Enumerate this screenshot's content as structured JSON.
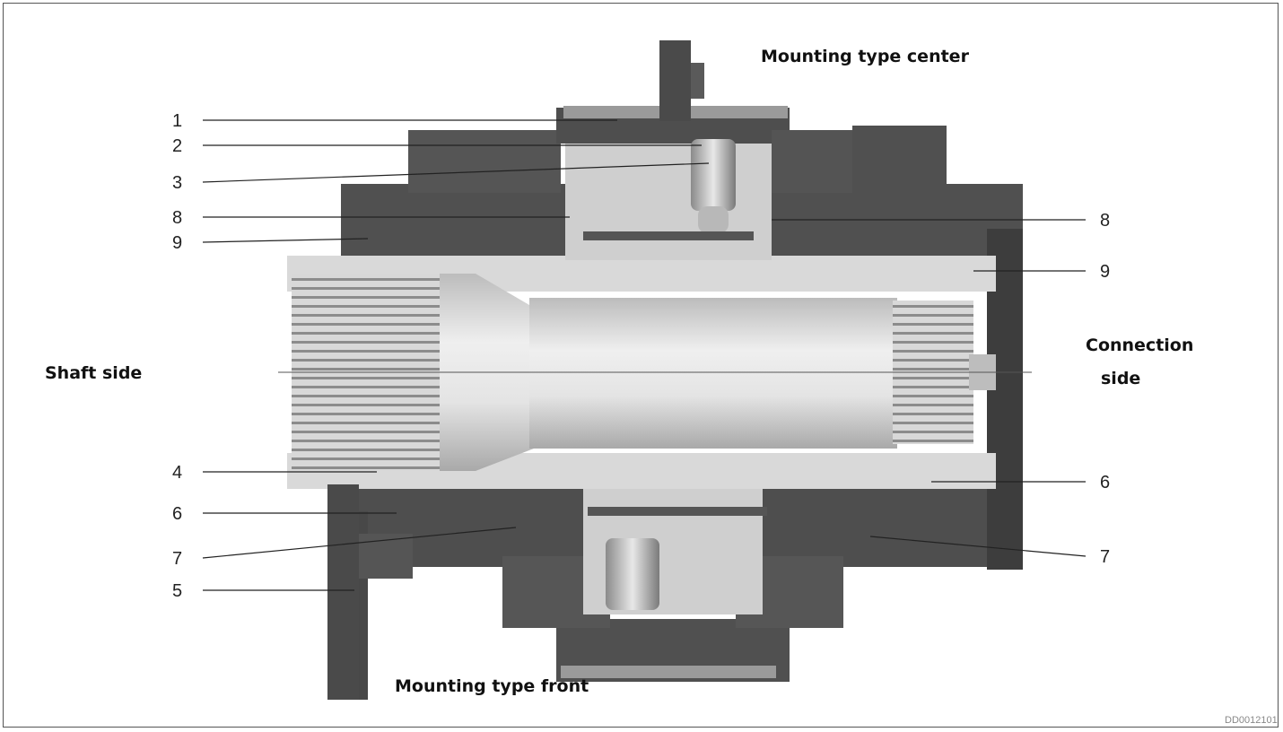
{
  "labels": {
    "mount_center": "Mounting type center",
    "mount_front": "Mounting type front",
    "shaft_side": "Shaft side",
    "connection_side_1": "Connection",
    "connection_side_2": "side",
    "doc_code": "DD0012101"
  },
  "callouts_left": [
    "1",
    "2",
    "3",
    "8",
    "9",
    "4",
    "6",
    "7",
    "5"
  ],
  "callouts_right": [
    "8",
    "9",
    "6",
    "7"
  ],
  "colors": {
    "housing_dark": "#4a4a4a",
    "housing_mid": "#6e6e6e",
    "shaft_light": "#d6d6d6",
    "metal_light": "#bdbdbd"
  }
}
